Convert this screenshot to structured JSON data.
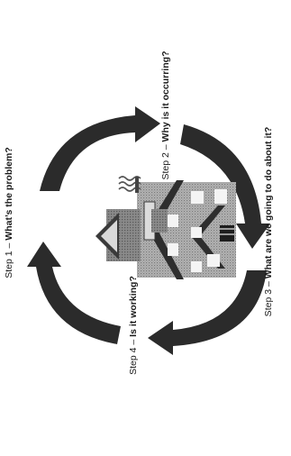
{
  "steps": [
    {
      "number": "Step 1 –",
      "question": "What’s the problem?"
    },
    {
      "number": "Step 2 –",
      "question": "Why is it occurring?"
    },
    {
      "number": "Step 3 –",
      "question": "What are we going to do about it?"
    },
    {
      "number": "Step 4 –",
      "question": "Is it working?"
    }
  ],
  "colors": {
    "arrow": "#2b2b2b",
    "building": "#9a9a9a",
    "roof": "#3a3a3a",
    "window": "#f4f4f4",
    "chimney_smoke": "#555555"
  },
  "icons": {
    "center": "house-icon",
    "arrows": "cycle-arrow-icon"
  }
}
